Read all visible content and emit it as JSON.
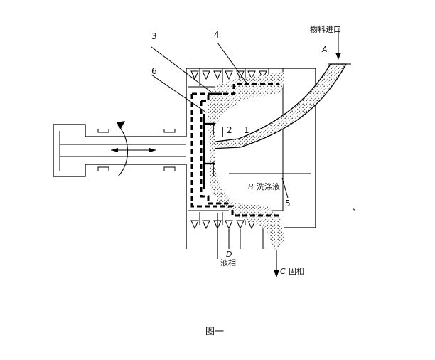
{
  "labels": {
    "n3": "3",
    "n4": "4",
    "n6": "6",
    "n1": "1",
    "n2": "2",
    "n5": "5",
    "feed_inlet": "物料进口",
    "letter_a": "A",
    "letter_b": "B",
    "wash_liquid": "洗涤液",
    "letter_d": "D",
    "liquid_phase": "液相",
    "letter_c": "C",
    "solid_phase": "固相"
  },
  "caption": "图一"
}
